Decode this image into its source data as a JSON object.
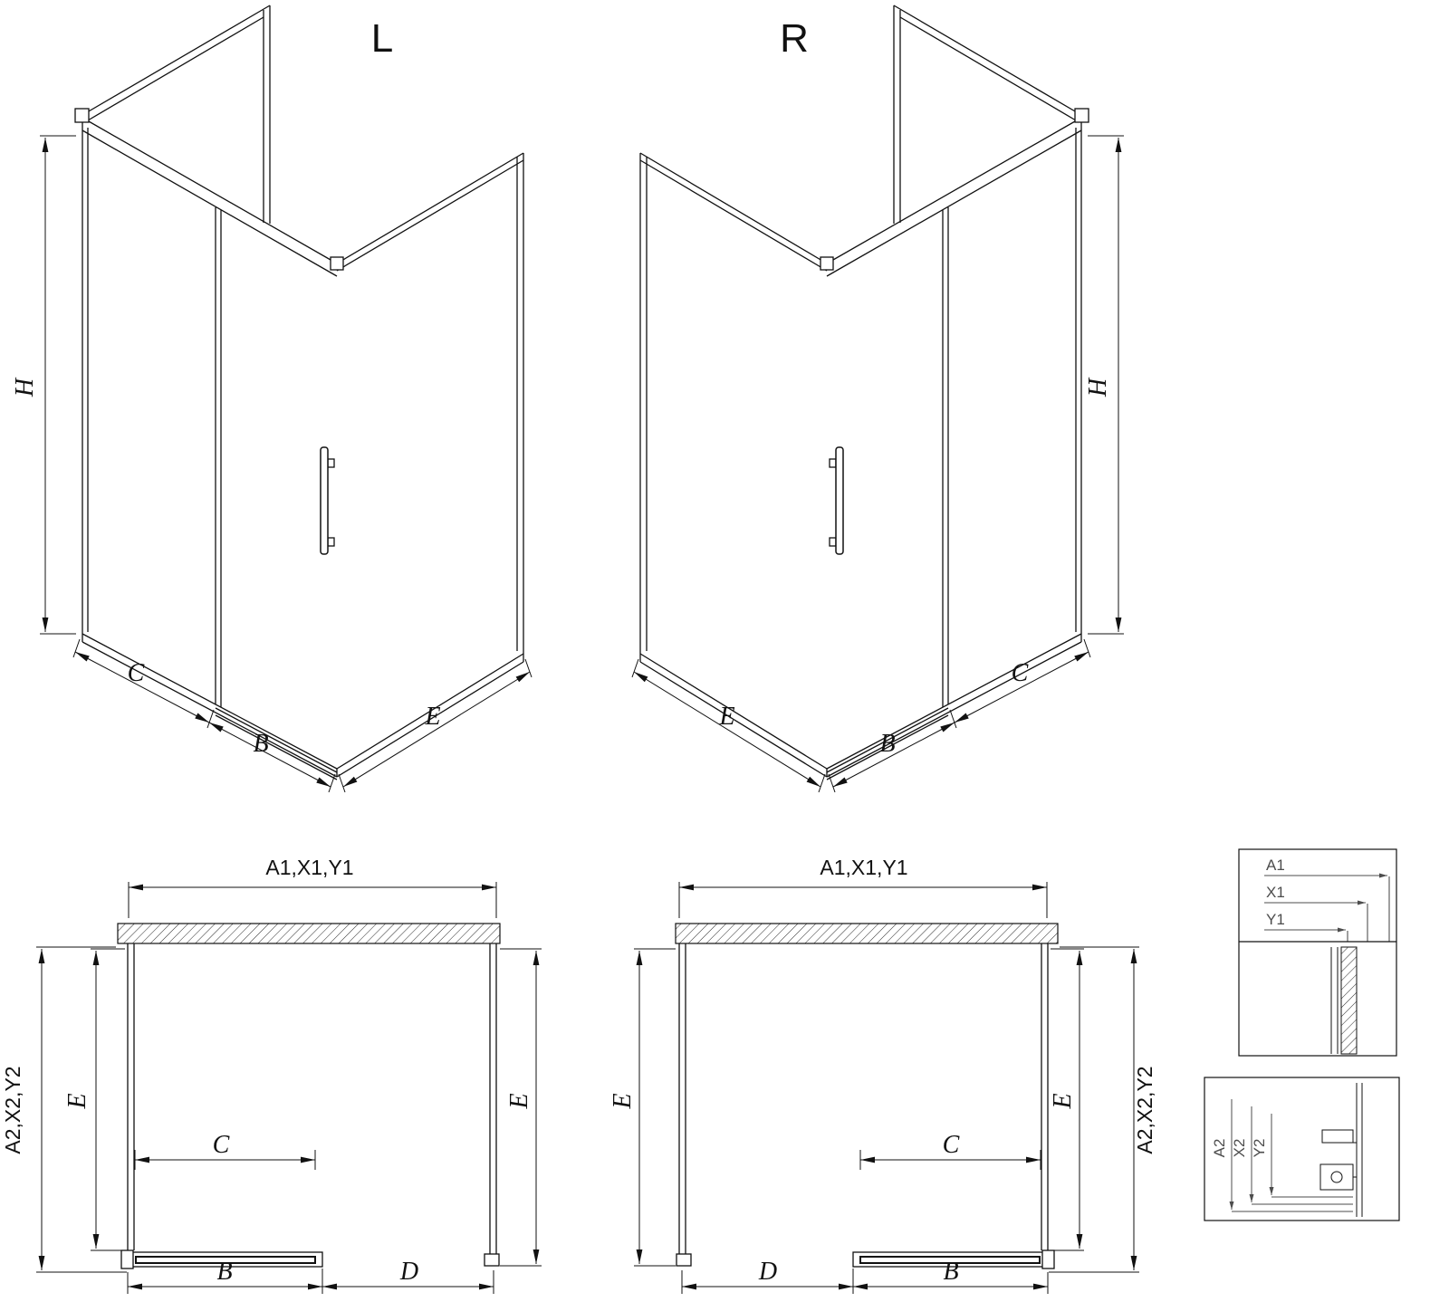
{
  "iso_left": {
    "title": "L",
    "dim_h": "H",
    "dim_c": "C",
    "dim_b": "B",
    "dim_e": "E"
  },
  "iso_right": {
    "title": "R",
    "dim_h": "H",
    "dim_c": "C",
    "dim_b": "B",
    "dim_e": "E"
  },
  "plan_left": {
    "dim_width": "A1,X1,Y1",
    "dim_depth": "A2,X2,Y2",
    "dim_e_left": "E",
    "dim_c": "C",
    "dim_e_right": "E",
    "dim_b": "B",
    "dim_d": "D"
  },
  "plan_right": {
    "dim_width": "A1,X1,Y1",
    "dim_depth": "A2,X2,Y2",
    "dim_e_left": "E",
    "dim_c": "C",
    "dim_e_right": "E",
    "dim_b": "B",
    "dim_d": "D"
  },
  "detail_top": {
    "labels": [
      "A1",
      "X1",
      "Y1"
    ]
  },
  "detail_bottom": {
    "labels": [
      "A2",
      "X2",
      "Y2"
    ]
  },
  "colors": {
    "line": "#111111",
    "detail_label": "#4d4d4d",
    "background": "#ffffff"
  }
}
